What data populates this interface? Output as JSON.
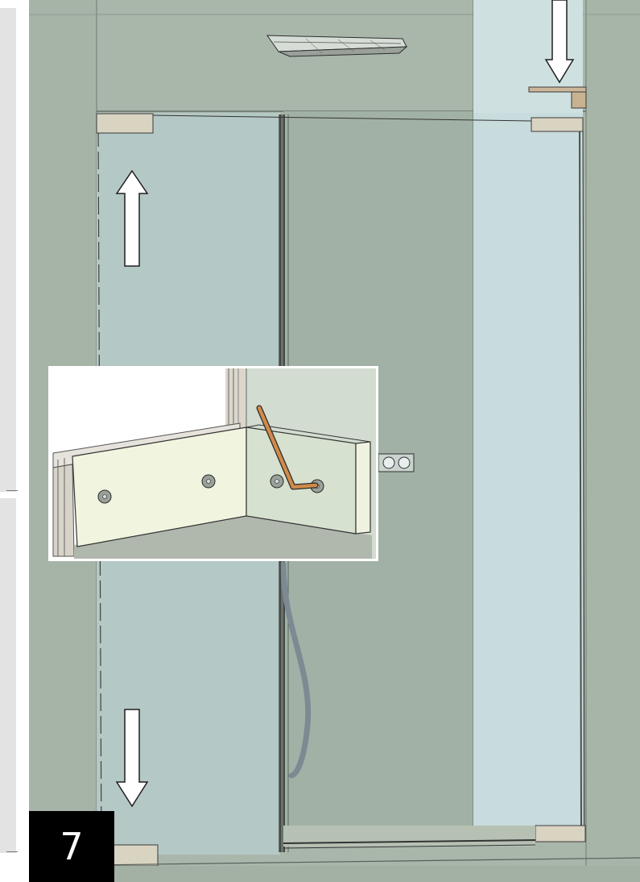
{
  "step": {
    "number": "7"
  },
  "colors": {
    "wall": "#a9b7ab",
    "wall_dark": "#9aa99c",
    "glass_left": "#b4c8c6",
    "glass_right": "#c9dcdd",
    "shower_back": "#a2b1a5",
    "bracket": "#d9d3c2",
    "inset_panel": "#f1f4df",
    "inset_wall": "#d2dcd0",
    "inset_floor": "#b0b8ae",
    "hex_key": "#d08a4a",
    "hose": "#7d8a93",
    "badge": "#000000"
  },
  "icons": {
    "up_arrow": "up-arrow-icon",
    "down_arrow": "down-arrow-icon",
    "top_down_arrow": "down-arrow-icon",
    "hex_key": "allen-key-icon",
    "screws": "screw-icon",
    "rain_shower": "rain-shower-head",
    "mixer": "mixer-valve",
    "drain": "floor-drain"
  }
}
